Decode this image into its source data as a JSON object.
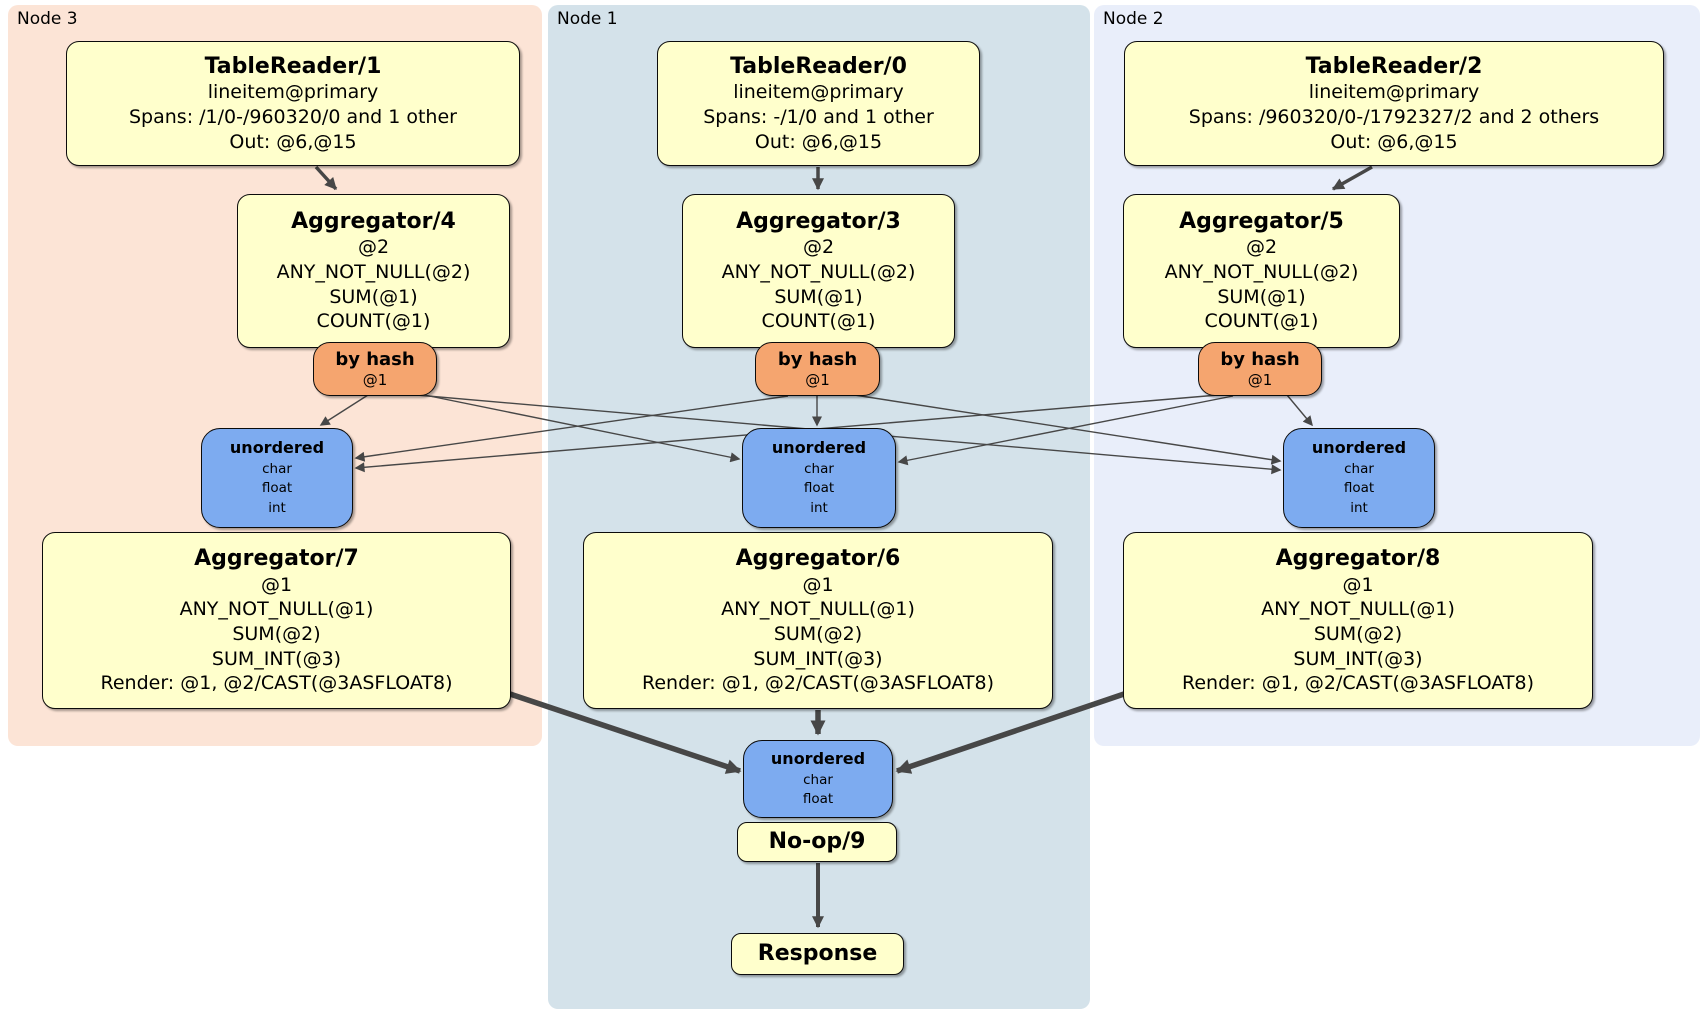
{
  "panels": [
    {
      "label": "Node 3"
    },
    {
      "label": "Node 1"
    },
    {
      "label": "Node 2"
    }
  ],
  "ops": {
    "tr1": {
      "title": "TableReader/1",
      "lines": [
        "lineitem@primary",
        "Spans: /1/0-/960320/0 and 1 other",
        "Out: @6,@15"
      ]
    },
    "tr0": {
      "title": "TableReader/0",
      "lines": [
        "lineitem@primary",
        "Spans: -/1/0 and 1 other",
        "Out: @6,@15"
      ]
    },
    "tr2": {
      "title": "TableReader/2",
      "lines": [
        "lineitem@primary",
        "Spans: /960320/0-/1792327/2 and 2 others",
        "Out: @6,@15"
      ]
    },
    "agg4": {
      "title": "Aggregator/4",
      "lines": [
        "@2",
        "ANY_NOT_NULL(@2)",
        "SUM(@1)",
        "COUNT(@1)"
      ]
    },
    "agg3": {
      "title": "Aggregator/3",
      "lines": [
        "@2",
        "ANY_NOT_NULL(@2)",
        "SUM(@1)",
        "COUNT(@1)"
      ]
    },
    "agg5": {
      "title": "Aggregator/5",
      "lines": [
        "@2",
        "ANY_NOT_NULL(@2)",
        "SUM(@1)",
        "COUNT(@1)"
      ]
    },
    "agg7": {
      "title": "Aggregator/7",
      "lines": [
        "@1",
        "ANY_NOT_NULL(@1)",
        "SUM(@2)",
        "SUM_INT(@3)",
        "Render: @1, @2/CAST(@3ASFLOAT8)"
      ]
    },
    "agg6": {
      "title": "Aggregator/6",
      "lines": [
        "@1",
        "ANY_NOT_NULL(@1)",
        "SUM(@2)",
        "SUM_INT(@3)",
        "Render: @1, @2/CAST(@3ASFLOAT8)"
      ]
    },
    "agg8": {
      "title": "Aggregator/8",
      "lines": [
        "@1",
        "ANY_NOT_NULL(@1)",
        "SUM(@2)",
        "SUM_INT(@3)",
        "Render: @1, @2/CAST(@3ASFLOAT8)"
      ]
    },
    "noop": {
      "title": "No-op/9"
    },
    "response": {
      "title": "Response"
    }
  },
  "routers": {
    "bh3": {
      "title": "by hash",
      "sub": "@1"
    },
    "bh1": {
      "title": "by hash",
      "sub": "@1"
    },
    "bh2": {
      "title": "by hash",
      "sub": "@1"
    }
  },
  "syncs": {
    "un3": {
      "title": "unordered",
      "lines": [
        "char",
        "float",
        "int"
      ]
    },
    "un1": {
      "title": "unordered",
      "lines": [
        "char",
        "float",
        "int"
      ]
    },
    "un2": {
      "title": "unordered",
      "lines": [
        "char",
        "float",
        "int"
      ]
    },
    "final": {
      "title": "unordered",
      "lines": [
        "char",
        "float"
      ]
    }
  },
  "colors": {
    "panel3": "#fce4d6",
    "panel1": "#d4e2ea",
    "panel2": "#e9eefa",
    "opYellow": "#ffffcc",
    "routerOrange": "#f5a56f",
    "syncBlue": "#7dabf0",
    "edge": "#474747"
  }
}
